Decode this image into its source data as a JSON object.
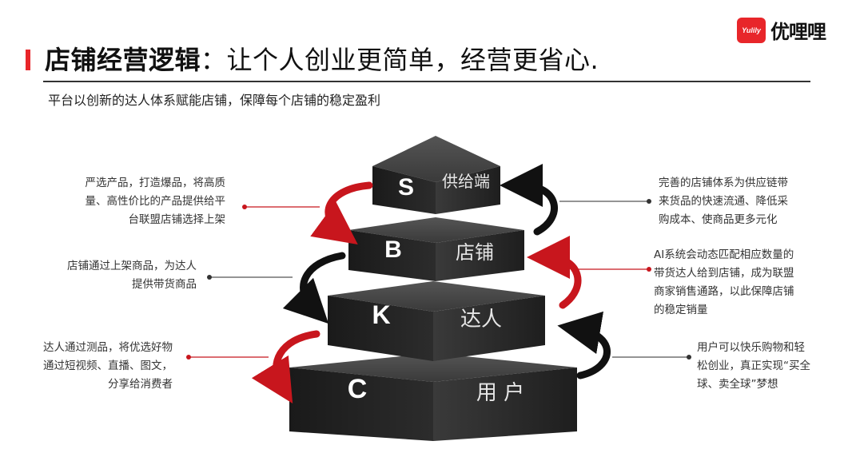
{
  "header": {
    "title_bold": "店铺经营逻辑",
    "title_rest": "：让个人创业更简单，经营更省心.",
    "subtitle": "平台以创新的达人体系赋能店铺，保障每个店铺的稳定盈利"
  },
  "logo": {
    "badge": "Yulily",
    "text": "优哩哩"
  },
  "tiers": [
    {
      "letter": "S",
      "label": "供给端"
    },
    {
      "letter": "B",
      "label": "店铺"
    },
    {
      "letter": "K",
      "label": "达人"
    },
    {
      "letter": "C",
      "label": "用 户"
    }
  ],
  "left_notes": [
    {
      "lines": [
        "严选产品，打造爆品，将高质",
        "量、高性价比的产品提供给平",
        "台联盟店铺选择上架"
      ]
    },
    {
      "lines": [
        "店铺通过上架商品，为达人",
        "提供带货商品"
      ]
    },
    {
      "lines": [
        "达人通过测品，将优选好物",
        "通过短视频、直播、图文，",
        "分享给消费者"
      ]
    }
  ],
  "right_notes": [
    {
      "lines": [
        "完善的店铺体系为供应链带",
        "来货品的快速流通、降低采",
        "购成本、使商品更多元化"
      ]
    },
    {
      "lines": [
        "AI系统会动态匹配相应数量的",
        "带货达人给到店铺，成为联盟",
        "商家销售通路，以此保障店铺",
        "的稳定销量"
      ]
    },
    {
      "lines": [
        "用户可以快乐购物和轻",
        "松创业，真正实现“买全",
        "球、卖全球”梦想"
      ]
    }
  ],
  "colors": {
    "accent": "#e8262a",
    "dark_arrow": "#111111",
    "tier_front": "#2a2a2a",
    "tier_top": "#4a4a4a"
  }
}
